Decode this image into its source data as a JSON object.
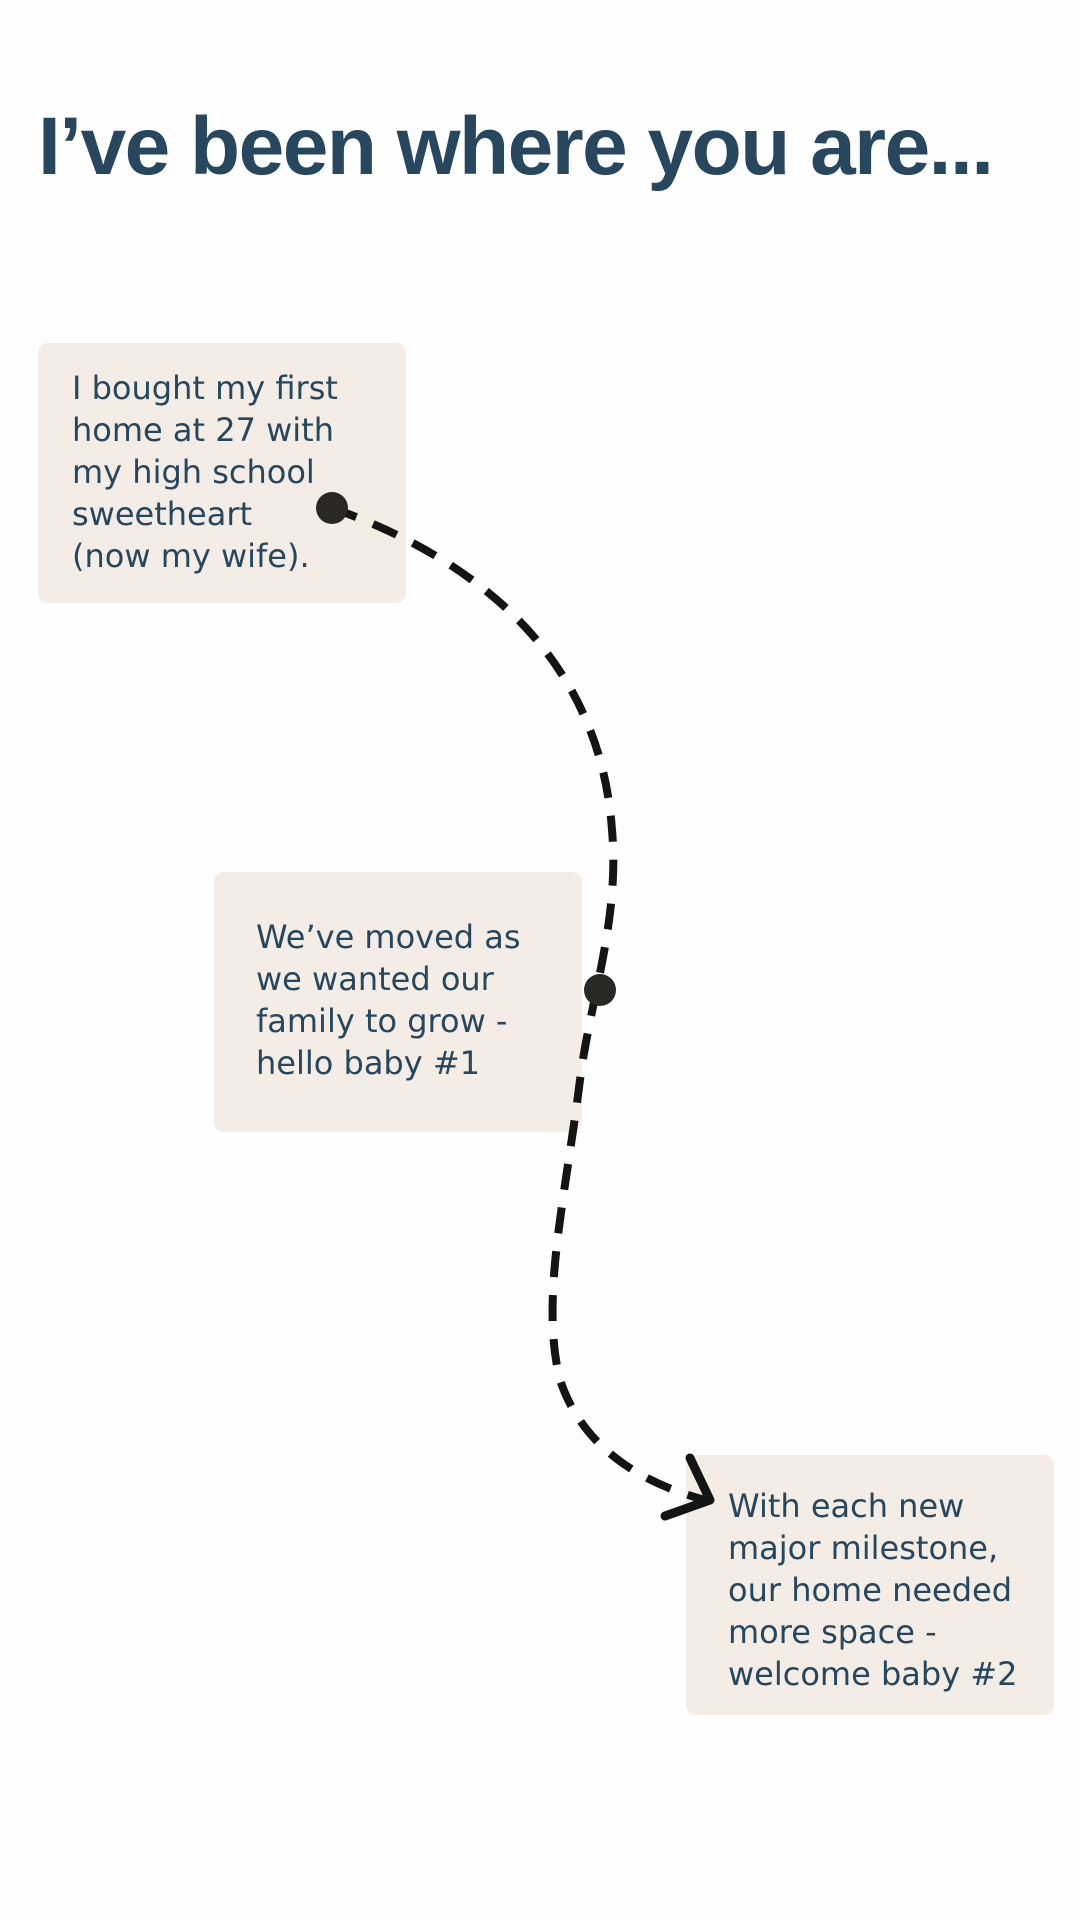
{
  "header": {
    "title": "I’ve been where you are..."
  },
  "timeline": {
    "milestones": [
      {
        "text": "I bought my first\nhome at 27 with\nmy high school\nsweetheart\n(now my wife)."
      },
      {
        "text": "We’ve moved as\nwe wanted our\nfamily to grow -\nhello baby #1"
      },
      {
        "text": "With each new\nmajor milestone,\nour home needed\nmore space -\nwelcome baby #2"
      }
    ]
  },
  "colors": {
    "title": "#27475f",
    "card_background": "#f3ede5",
    "path_stroke": "#141414",
    "dot": "#2a2825"
  }
}
